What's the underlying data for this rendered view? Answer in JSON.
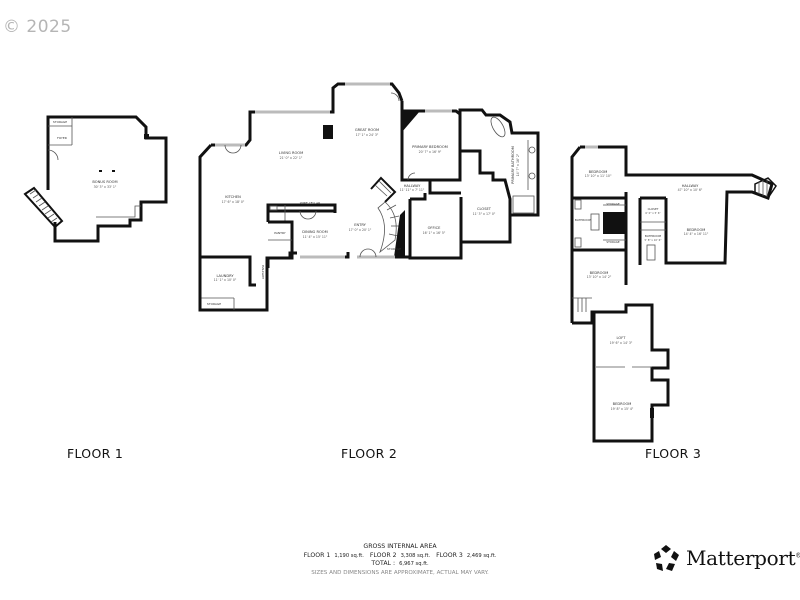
{
  "copyright": "© 2025",
  "floors": [
    {
      "label": "FLOOR 1",
      "rooms": [
        {
          "name": "BONUS ROOM",
          "dims": "30' 3\" x 33' 1\""
        },
        {
          "name": "STORAGE",
          "dims": ""
        },
        {
          "name": "FOYER",
          "dims": ""
        }
      ]
    },
    {
      "label": "FLOOR 2",
      "rooms": [
        {
          "name": "GREAT ROOM",
          "dims": "17' 1\" x 24' 3\""
        },
        {
          "name": "LIVING ROOM",
          "dims": "21' 0\" x 22' 1\""
        },
        {
          "name": "KITCHEN",
          "dims": "17' 6\" x 18' 0\""
        },
        {
          "name": "WINE CELLAR",
          "dims": ""
        },
        {
          "name": "PANTRY",
          "dims": ""
        },
        {
          "name": "DINING ROOM",
          "dims": "11' 4\" x 15' 11\""
        },
        {
          "name": "ENTRY",
          "dims": "17' 0\" x 20' 1\""
        },
        {
          "name": "STORAGE",
          "dims": ""
        },
        {
          "name": "LAUNDRY",
          "dims": "11' 1\" x 10' 0\""
        },
        {
          "name": "HALLWAY",
          "dims": ""
        },
        {
          "name": "STORAGE",
          "dims": ""
        },
        {
          "name": "PRIMARY BEDROOM",
          "dims": "20' 7\" x 16' 9\""
        },
        {
          "name": "HALLWAY",
          "dims": "11' 11\" x 7' 11\""
        },
        {
          "name": "OFFICE",
          "dims": "16' 1\" x 16' 5\""
        },
        {
          "name": "CLOSET",
          "dims": "11' 3\" x 17' 0\""
        },
        {
          "name": "PRIMARY BATHROOM",
          "dims": "14' 7\" x 16' 2\""
        }
      ]
    },
    {
      "label": "FLOOR 3",
      "rooms": [
        {
          "name": "BEDROOM",
          "dims": "13' 10\" x 11' 10\""
        },
        {
          "name": "HALLWAY",
          "dims": "47' 10\" x 10' 6\""
        },
        {
          "name": "STORAGE",
          "dims": ""
        },
        {
          "name": "STORAGE",
          "dims": ""
        },
        {
          "name": "BATHROOM",
          "dims": ""
        },
        {
          "name": "CLOSET",
          "dims": "6' 0\" x 5' 6\""
        },
        {
          "name": "BATHROOM",
          "dims": "5' 8\" x 10' 6\""
        },
        {
          "name": "BEDROOM",
          "dims": "14' 4\" x 16' 11\""
        },
        {
          "name": "BEDROOM",
          "dims": "13' 10\" x 14' 2\""
        },
        {
          "name": "LOFT",
          "dims": "19' 6\" x 14' 3\""
        },
        {
          "name": "BEDROOM",
          "dims": "19' 8\" x 15' 4\""
        }
      ]
    }
  ],
  "gross_internal_area": {
    "title": "GROSS INTERNAL AREA",
    "floor1_label": "FLOOR 1",
    "floor1_value": "1,190 sq.ft.",
    "floor2_label": "FLOOR 2",
    "floor2_value": "3,308 sq.ft.",
    "floor3_label": "FLOOR 3",
    "floor3_value": "2,469 sq.ft.",
    "total_label": "TOTAL :",
    "total_value": "6,967 sq.ft.",
    "disclaimer": "SIZES AND DIMENSIONS ARE APPROXIMATE, ACTUAL MAY VARY."
  },
  "brand": {
    "name": "Matterport",
    "mark": "®"
  }
}
